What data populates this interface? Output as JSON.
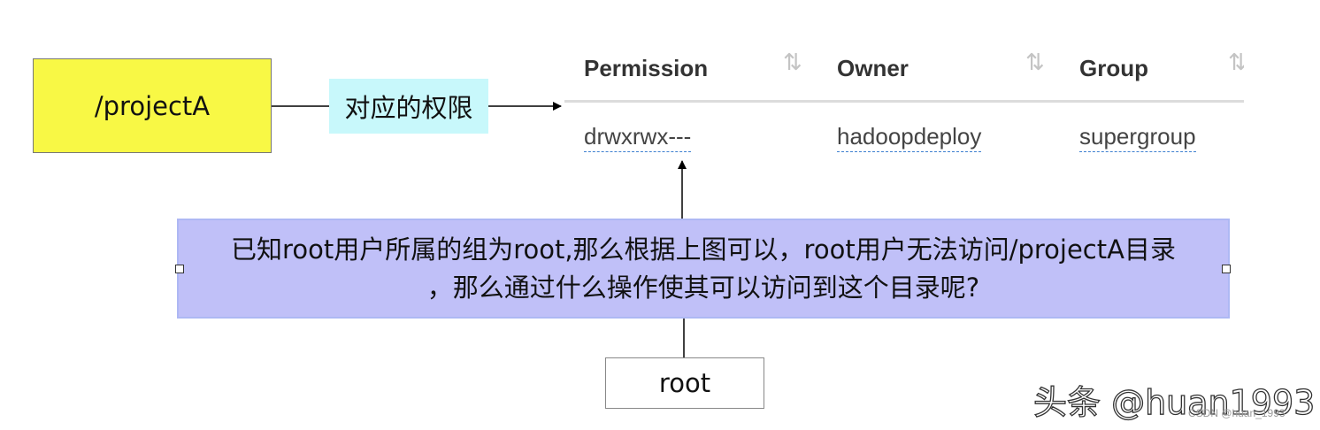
{
  "diagram": {
    "project_node": "/projectA",
    "edge_label": "对应的权限",
    "root_node": "root",
    "question_line1": "已知root用户所属的组为root,那么根据上图可以，root用户无法访问/projectA目录",
    "question_line2": "，那么通过什么操作使其可以访问到这个目录呢?"
  },
  "table": {
    "headers": [
      "Permission",
      "Owner",
      "Group"
    ],
    "row": [
      "drwxrwx---",
      "hadoopdeploy",
      "supergroup"
    ],
    "sort_icon": "sort-arrows-icon"
  },
  "watermark": {
    "main": "头条 @huan1993",
    "csdn": "CSDN @huan_1993"
  },
  "colors": {
    "project_fill": "#f8f845",
    "edge_label_fill": "#c8f8fb",
    "question_fill": "#c0c0f8",
    "link_underline": "#3d7fd0"
  }
}
